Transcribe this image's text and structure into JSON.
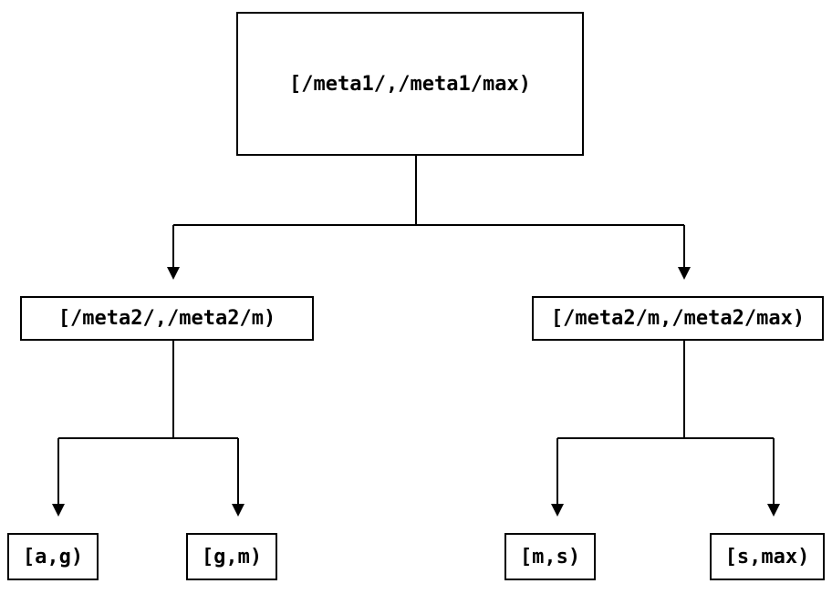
{
  "diagram": {
    "type": "tree",
    "background": "#ffffff",
    "line_color": "#000000",
    "box_border_color": "#000000",
    "text_color": "#000000",
    "nodes": {
      "root": {
        "label": "[/meta1/,/meta1/max)"
      },
      "mid_left": {
        "label": "[/meta2/,/meta2/m)"
      },
      "mid_right": {
        "label": "[/meta2/m,/meta2/max)"
      },
      "leaf_ag": {
        "label": "[a,g)"
      },
      "leaf_gm": {
        "label": "[g,m)"
      },
      "leaf_ms": {
        "label": "[m,s)"
      },
      "leaf_smax": {
        "label": "[s,max)"
      }
    },
    "edges": [
      {
        "from": "root",
        "to": "mid_left"
      },
      {
        "from": "root",
        "to": "mid_right"
      },
      {
        "from": "mid_left",
        "to": "leaf_ag"
      },
      {
        "from": "mid_left",
        "to": "leaf_gm"
      },
      {
        "from": "mid_right",
        "to": "leaf_ms"
      },
      {
        "from": "mid_right",
        "to": "leaf_smax"
      }
    ]
  }
}
